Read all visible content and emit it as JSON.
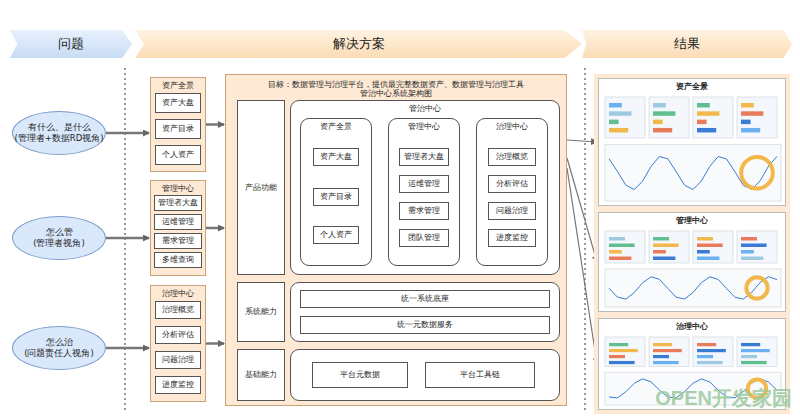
{
  "diagram": {
    "nodes": [
      {
        "text": [
          "问题"
        ]
      },
      {
        "text": [
          "解决方案"
        ]
      },
      {
        "text": [
          "结果"
        ]
      },
      {
        "text": [
          "有什么、是什么",
          "(管理者+数据RD视角)"
        ]
      },
      {
        "text": [
          "怎么管",
          "(管理者视角)"
        ]
      },
      {
        "text": [
          "怎么治",
          "(问题责任人视角)"
        ]
      },
      {
        "text": [
          "资产全景"
        ]
      },
      {
        "text": [
          "资产大盘"
        ],
        "in": 6
      },
      {
        "text": [
          "资产目录"
        ],
        "in": 6
      },
      {
        "text": [
          "个人资产"
        ],
        "in": 6
      },
      {
        "text": [
          "管理中心"
        ]
      },
      {
        "text": [
          "管理者大盘"
        ],
        "in": 10
      },
      {
        "text": [
          "运维管理"
        ],
        "in": 10
      },
      {
        "text": [
          "需求管理"
        ],
        "in": 10
      },
      {
        "text": [
          "多维查询"
        ],
        "in": 10
      },
      {
        "text": [
          "治理中心"
        ]
      },
      {
        "text": [
          "治理概览"
        ],
        "in": 15
      },
      {
        "text": [
          "分析评估"
        ],
        "in": 15
      },
      {
        "text": [
          "问题治理"
        ],
        "in": 15
      },
      {
        "text": [
          "进度监控"
        ],
        "in": 15
      },
      {
        "text": [
          "目标：数据管理与治理平台，提供最完整数据资产、数据管理与治理工具",
          "管治中心系统架构图"
        ]
      },
      {
        "text": [
          "产品功能"
        ],
        "in": 20
      },
      {
        "text": [
          "管治中心"
        ],
        "in": 20
      },
      {
        "text": [
          "资产全景"
        ],
        "in": 22
      },
      {
        "text": [
          "资产大盘"
        ],
        "in": 23
      },
      {
        "text": [
          "资产目录"
        ],
        "in": 23
      },
      {
        "text": [
          "个人资产"
        ],
        "in": 23
      },
      {
        "text": [
          "管理中心"
        ],
        "in": 22
      },
      {
        "text": [
          "管理者大盘"
        ],
        "in": 27
      },
      {
        "text": [
          "运维管理"
        ],
        "in": 27
      },
      {
        "text": [
          "需求管理"
        ],
        "in": 27
      },
      {
        "text": [
          "团队管理"
        ],
        "in": 27
      },
      {
        "text": [
          "治理中心"
        ],
        "in": 22
      },
      {
        "text": [
          "治理概览"
        ],
        "in": 32
      },
      {
        "text": [
          "分析评估"
        ],
        "in": 32
      },
      {
        "text": [
          "问题治理"
        ],
        "in": 32
      },
      {
        "text": [
          "进度监控"
        ],
        "in": 32
      },
      {
        "text": [
          "系统能力"
        ],
        "in": 20
      },
      {
        "text": [
          "统一系统底座"
        ],
        "in": 20
      },
      {
        "text": [
          "统一元数据服务"
        ],
        "in": 20
      },
      {
        "text": [
          "基础能力"
        ],
        "in": 20
      },
      {
        "text": [
          "平台元数据"
        ],
        "in": 20
      },
      {
        "text": [
          "平台工具链"
        ],
        "in": 20
      },
      {
        "text": [
          "资产全景"
        ]
      },
      {
        "text": [
          "管理中心"
        ]
      },
      {
        "text": [
          "治理中心"
        ]
      }
    ],
    "edges": [
      {
        "from": 3,
        "to": 6,
        "arrow": "to"
      },
      {
        "from": 4,
        "to": 10,
        "arrow": "to"
      },
      {
        "from": 5,
        "to": 15,
        "arrow": "to"
      },
      {
        "from": 6,
        "to": 20,
        "arrow": "to"
      },
      {
        "from": 10,
        "to": 20,
        "arrow": "to"
      },
      {
        "from": 15,
        "to": 20,
        "arrow": "to"
      },
      {
        "from": 20,
        "to": 43,
        "arrow": "to"
      },
      {
        "from": 20,
        "to": 44,
        "arrow": "to"
      },
      {
        "from": 20,
        "to": 45,
        "arrow": "to"
      }
    ],
    "labels": [
      "OPEN开发家园"
    ]
  }
}
